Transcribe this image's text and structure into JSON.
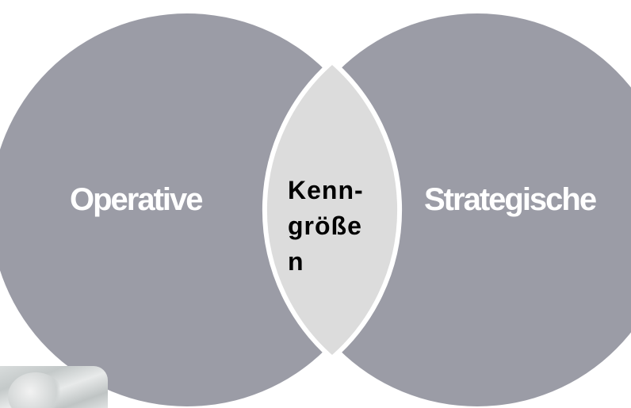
{
  "diagram": {
    "left_circle": {
      "label": "Operative",
      "color": "#9b9ca6"
    },
    "right_circle": {
      "label": "Strategische",
      "color": "#9b9ca6"
    },
    "intersection": {
      "label": "Kenn-\ngröße\nn",
      "color": "#dcdcdc"
    },
    "outline_color": "#ffffff"
  }
}
